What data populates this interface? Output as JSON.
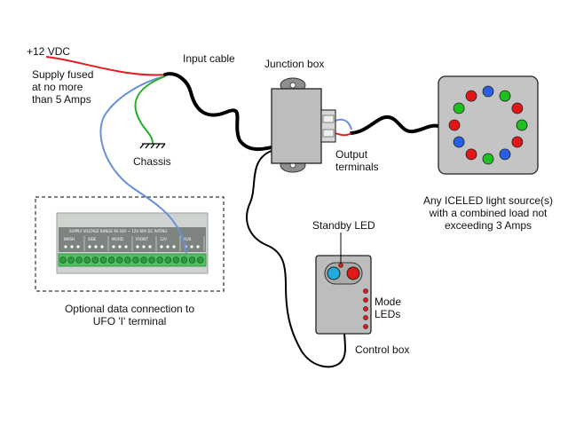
{
  "labels": {
    "supply_voltage": "+12 VDC",
    "supply_fused": [
      "Supply fused",
      "at no more",
      "than 5 Amps"
    ],
    "input_cable": "Input cable",
    "junction_box": "Junction box",
    "chassis": "Chassis",
    "output_terminals": [
      "Output",
      "terminals"
    ],
    "light_source": [
      "Any ICELED light source(s)",
      "with a combined load not",
      "exceeding 3 Amps"
    ],
    "standby_led": "Standby LED",
    "mode_leds": [
      "Mode",
      "LEDs"
    ],
    "control_box": "Control box",
    "optional_data": [
      "Optional data connection to",
      "UFO 'I' terminal"
    ]
  },
  "terminal_strip": {
    "header": "SUPPLY VOLTAGE RANGE 9V-18V ~ 12V 60V DC RATING",
    "groups": [
      "WASH",
      "SIDE",
      "MOOD",
      "FRONT",
      "12V",
      "AUX"
    ]
  },
  "colors": {
    "red_wire": "#e02020",
    "green_wire": "#22b022",
    "blue_wire": "#6a8fd8",
    "black_cable": "#000000",
    "box_grey": "#bdbdbd",
    "led_red": "#e01818",
    "led_green": "#1fbf1f",
    "led_blue": "#2a5ee0",
    "led_cyan": "#22aadd"
  }
}
